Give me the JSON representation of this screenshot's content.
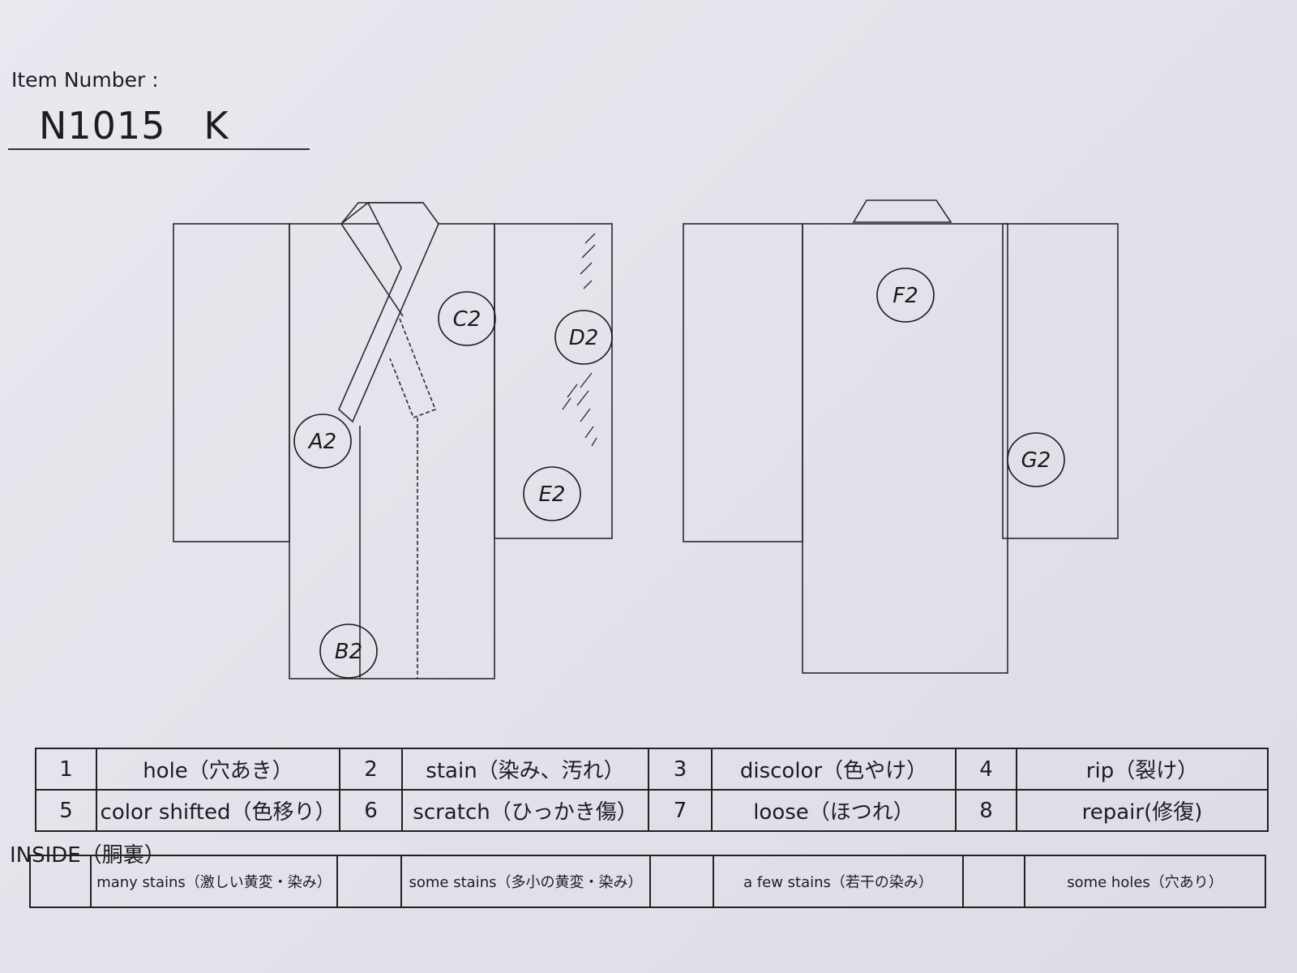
{
  "header": {
    "item_number_label": "Item Number :",
    "item_number": "N1015   K"
  },
  "diagram": {
    "marks": [
      {
        "id": "A",
        "code": "2",
        "label": "A2",
        "view": "front"
      },
      {
        "id": "B",
        "code": "2",
        "label": "B2",
        "view": "front"
      },
      {
        "id": "C",
        "code": "2",
        "label": "C2",
        "view": "front"
      },
      {
        "id": "D",
        "code": "2",
        "label": "D2",
        "view": "front"
      },
      {
        "id": "E",
        "code": "2",
        "label": "E2",
        "view": "front"
      },
      {
        "id": "F",
        "code": "2",
        "label": "F2",
        "view": "back"
      },
      {
        "id": "G",
        "code": "2",
        "label": "G2",
        "view": "back"
      }
    ]
  },
  "legend": {
    "rows": [
      [
        {
          "num": "1",
          "text": "hole（穴あき）"
        },
        {
          "num": "2",
          "text": "stain（染み、汚れ）"
        },
        {
          "num": "3",
          "text": "discolor（色やけ）"
        },
        {
          "num": "4",
          "text": "rip（裂け）"
        }
      ],
      [
        {
          "num": "5",
          "text": "color shifted（色移り）"
        },
        {
          "num": "6",
          "text": "scratch（ひっかき傷）"
        },
        {
          "num": "7",
          "text": "loose（ほつれ）"
        },
        {
          "num": "8",
          "text": "repair(修復)"
        }
      ]
    ]
  },
  "inside": {
    "title": "INSIDE（胴裏）",
    "options": [
      "many stains（激しい黄変・染み）",
      "some stains（多小の黄変・染み）",
      "a few stains（若干の染み）",
      "some holes（穴あり）"
    ]
  }
}
